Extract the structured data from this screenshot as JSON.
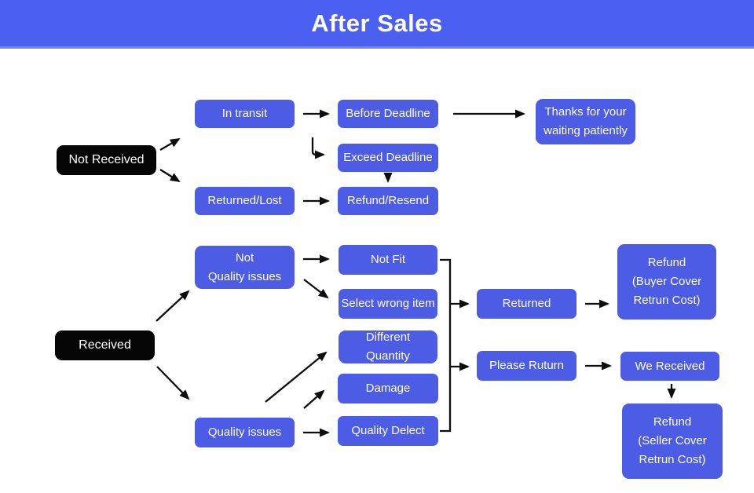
{
  "header": {
    "title": "After Sales"
  },
  "colors": {
    "canvas_bg": "#ffffff",
    "header_bg": "#4B5FF0",
    "header_edge": "#7b84d9",
    "node_bg": "#4C5CE4",
    "node_text": "#ffffff",
    "black_node_bg": "#060606",
    "arrow": "#0d0d0d"
  },
  "nodes": [
    {
      "id": "not-received",
      "label": "Not Received",
      "type": "black"
    },
    {
      "id": "in-transit",
      "label": "In transit",
      "type": "blue"
    },
    {
      "id": "returned-lost",
      "label": "Returned/Lost",
      "type": "blue"
    },
    {
      "id": "before-deadline",
      "label": "Before Deadline",
      "type": "blue"
    },
    {
      "id": "exceed-deadline",
      "label": "Exceed Deadline",
      "type": "blue"
    },
    {
      "id": "refund-resend",
      "label": "Refund/Resend",
      "type": "blue"
    },
    {
      "id": "thanks",
      "label": "Thanks for your\nwaiting patiently",
      "type": "blue"
    },
    {
      "id": "received",
      "label": "Received",
      "type": "black"
    },
    {
      "id": "not-quality-issues",
      "label": "Not\nQuality issues",
      "type": "blue"
    },
    {
      "id": "not-fit",
      "label": "Not Fit",
      "type": "blue"
    },
    {
      "id": "select-wrong-item",
      "label": "Select wrong item",
      "type": "blue"
    },
    {
      "id": "different-quantity",
      "label": "Different\nQuantity",
      "type": "blue"
    },
    {
      "id": "damage",
      "label": "Damage",
      "type": "blue"
    },
    {
      "id": "quality-delect",
      "label": "Quality Delect",
      "type": "blue"
    },
    {
      "id": "quality-issues",
      "label": "Quality issues",
      "type": "blue"
    },
    {
      "id": "returned",
      "label": "Returned",
      "type": "blue"
    },
    {
      "id": "please-ruturn",
      "label": "Please Ruturn",
      "type": "blue"
    },
    {
      "id": "refund-buyer",
      "label": "Refund\n(Buyer Cover\nRetrun Cost)",
      "type": "blue"
    },
    {
      "id": "we-received",
      "label": "We Received",
      "type": "blue"
    },
    {
      "id": "refund-seller",
      "label": "Refund\n(Seller Cover\nRetrun Cost)",
      "type": "blue"
    }
  ],
  "connections": [
    {
      "from": "not-received",
      "to": "in-transit"
    },
    {
      "from": "not-received",
      "to": "returned-lost"
    },
    {
      "from": "in-transit",
      "to": "before-deadline"
    },
    {
      "from": "before-deadline",
      "to": "thanks"
    },
    {
      "from": "in-transit",
      "to": "exceed-deadline"
    },
    {
      "from": "exceed-deadline",
      "to": "refund-resend"
    },
    {
      "from": "returned-lost",
      "to": "refund-resend"
    },
    {
      "from": "received",
      "to": "not-quality-issues"
    },
    {
      "from": "received",
      "to": "quality-issues"
    },
    {
      "from": "not-quality-issues",
      "to": "not-fit"
    },
    {
      "from": "not-quality-issues",
      "to": "select-wrong-item"
    },
    {
      "from": "quality-issues",
      "to": "different-quantity"
    },
    {
      "from": "quality-issues",
      "to": "damage"
    },
    {
      "from": "quality-issues",
      "to": "quality-delect"
    },
    {
      "from": "issues-group",
      "to": "returned"
    },
    {
      "from": "issues-group",
      "to": "please-ruturn"
    },
    {
      "from": "returned",
      "to": "refund-buyer"
    },
    {
      "from": "please-ruturn",
      "to": "we-received"
    },
    {
      "from": "we-received",
      "to": "refund-seller"
    }
  ]
}
